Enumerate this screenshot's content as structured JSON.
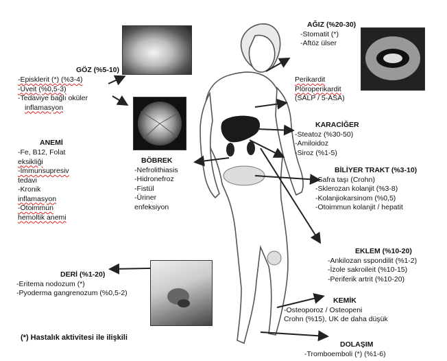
{
  "goz": {
    "title": "GÖZ (%5-10)",
    "items": [
      "-Episklerit (*) (%3-4)",
      "-Üveit (%0,5-3)",
      "-Tedaviye bağlı oküler",
      "inflamasyon"
    ]
  },
  "anemi": {
    "title": "ANEMİ",
    "items": [
      "-Fe, B12, Folat",
      "eksikliği",
      "-İmmunsupresiv",
      "tedavi",
      "-Kronik",
      "inflamasyon",
      "-Otoimmun",
      "hemoltik anemi"
    ]
  },
  "agiz": {
    "title": "AĞIZ (%20-30)",
    "items": [
      "-Stomatit (*)",
      "-Aftöz ülser"
    ]
  },
  "perikardit": {
    "items": [
      "Perikardit",
      "Plöroperikardit",
      "(SALP / 5-ASA)"
    ]
  },
  "karaciger": {
    "title": "KARACİĞER",
    "items": [
      "-Steatoz (%30-50)",
      "-Amiloidoz",
      "-Siroz (%1-5)"
    ]
  },
  "bobrek": {
    "title": "BÖBREK",
    "items": [
      "-Nefrolithiasis",
      "-Hidronefroz",
      "-Fistül",
      "-Üriner",
      "enfeksiyon"
    ]
  },
  "biliyer": {
    "title": "BİLİYER TRAKT (%3-10)",
    "items": [
      "-Safra taşı (Crohn)",
      "-Sklerozan kolanjit (%3-8)",
      "-Kolanjiokarsinom (%0,5)",
      "-Otoimmun kolanjit / hepatit"
    ]
  },
  "eklem": {
    "title": "EKLEM (%10-20)",
    "items": [
      "-Ankilozan sspondilit (%1-2)",
      "-İzole sakroileit (%10-15)",
      "-Periferik artrit (%10-20)"
    ]
  },
  "deri": {
    "title": "DERİ (%1-20)",
    "items": [
      "-Eritema nodozum (*)",
      "-Pyoderma gangrenozum (%0,5-2)"
    ]
  },
  "kemik": {
    "title": "KEMİK",
    "items": [
      "-Osteoporoz / Osteopeni",
      "Crohn (%15), UK de daha düşük"
    ]
  },
  "dolasim": {
    "title": "DOLAŞIM",
    "items": [
      "-Tromboemboli (*) (%1-6)"
    ]
  },
  "footnote": "(*) Hastalık aktivitesi ile ilişkili",
  "colors": {
    "text": "#111111",
    "arrow": "#222222",
    "spellcheck": "#dd2222"
  }
}
